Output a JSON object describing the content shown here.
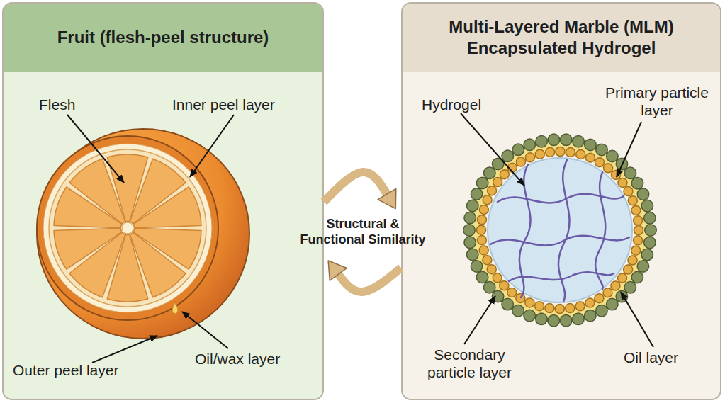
{
  "diagram": {
    "nodes": [
      {
        "text": [
          "Fruit (flesh-peel structure)"
        ]
      },
      {
        "text": [
          "Multi-Layered Marble (MLM) Encapsulated Hydrogel"
        ]
      }
    ],
    "edges": [
      {
        "from": 0,
        "to": 1,
        "arrow": "to"
      },
      {
        "from": 1,
        "to": 0,
        "arrow": "to"
      }
    ],
    "labels": [
      "Flesh",
      "Inner peel layer",
      "Oil/wax layer",
      "Outer peel layer",
      "Structural & Functional Similarity",
      "Hydrogel",
      "Primary particle layer",
      "Secondary particle layer",
      "Oil layer"
    ]
  }
}
